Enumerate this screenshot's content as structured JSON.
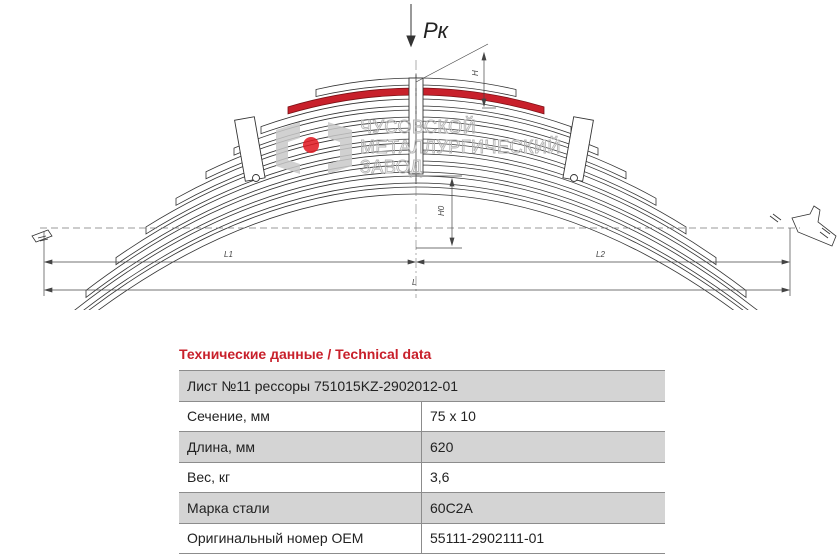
{
  "diagram": {
    "load_label": "Pк",
    "dims": {
      "h": "H",
      "h0": "H0",
      "l1": "L1",
      "l2": "L2",
      "l": "L"
    },
    "watermark": {
      "line1": "ЧУСОВСКОЙ",
      "line2": "МЕТАЛЛУРГИЧЕСКИЙ",
      "line3": "ЗАВОД"
    },
    "colors": {
      "highlight_leaf": "#c8202b",
      "logo_dot": "#e0161f",
      "line": "#333333",
      "shade": "#d4d4d4"
    }
  },
  "technical": {
    "title": "Технические данные / Technical data",
    "header": "Лист №11 рессоры 751015KZ-2902012-01",
    "rows": [
      {
        "label": "Сечение, мм",
        "value": "75 x 10"
      },
      {
        "label": "Длина, мм",
        "value": "620"
      },
      {
        "label": "Вес, кг",
        "value": "3,6"
      },
      {
        "label": "Марка стали",
        "value": "60С2А"
      },
      {
        "label": "Оригинальный номер OEM",
        "value": "55111-2902111-01"
      }
    ]
  }
}
